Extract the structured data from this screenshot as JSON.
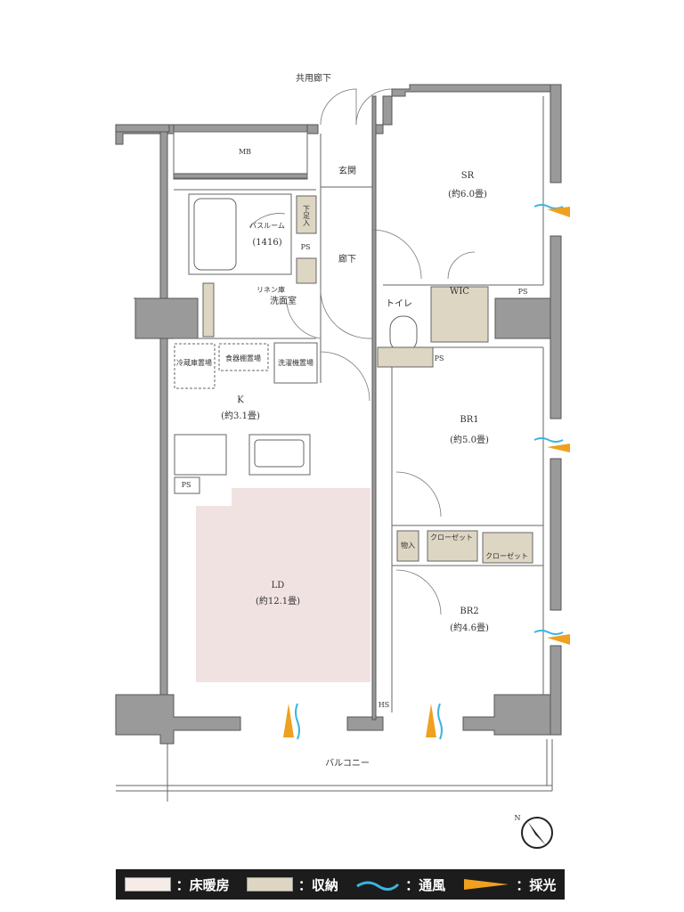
{
  "rooms": {
    "corridor_common": "共用廊下",
    "mb": "MB",
    "entrance": "玄関",
    "sr": {
      "name": "SR",
      "size": "(約6.0畳)"
    },
    "shoe_storage": "下足入",
    "bathroom": {
      "name": "バスルーム",
      "size": "(1416)"
    },
    "ps_bath": "PS",
    "hallway": "廊下",
    "wic": "WIC",
    "ps_wic": "PS",
    "toilet": "トイレ",
    "linen": "リネン庫",
    "washroom": "洗面室",
    "fridge": "冷蔵庫置場",
    "cupboard": "食器棚置場",
    "washer": "洗濯機置場",
    "ps_toilet": "PS",
    "kitchen": {
      "name": "K",
      "size": "(約3.1畳)"
    },
    "br1": {
      "name": "BR1",
      "size": "(約5.0畳)"
    },
    "ps_kitchen": "PS",
    "storage": "物入",
    "closet1": "クローゼット",
    "closet2": "クローゼット",
    "ld": {
      "name": "LD",
      "size": "(約12.1畳)"
    },
    "br2": {
      "name": "BR2",
      "size": "(約4.6畳)"
    },
    "hs": "HS",
    "balcony": "バルコニー"
  },
  "colors": {
    "floor_heating": "#f1e2e2",
    "storage": "#ddd6c3",
    "ventilation": "#3ab5e0",
    "daylight": "#f0a020"
  },
  "legend": [
    {
      "label": "：床暖房",
      "color": "#f5ece8"
    },
    {
      "label": "：収納",
      "color": "#ddd6c3"
    },
    {
      "label": "：通風",
      "icon": "wind-wave-icon"
    },
    {
      "label": "：採光",
      "icon": "light-wedge-icon"
    }
  ]
}
